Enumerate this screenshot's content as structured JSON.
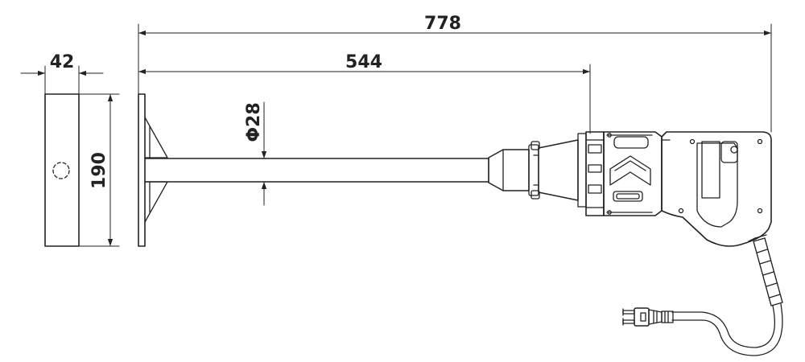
{
  "drawing": {
    "line_color": "#222222",
    "background": "#ffffff",
    "dimensions": {
      "overall_length": "778",
      "shaft_length": "544",
      "shaft_diameter": "Φ28",
      "plate_thickness": "42",
      "plate_height": "190"
    }
  }
}
